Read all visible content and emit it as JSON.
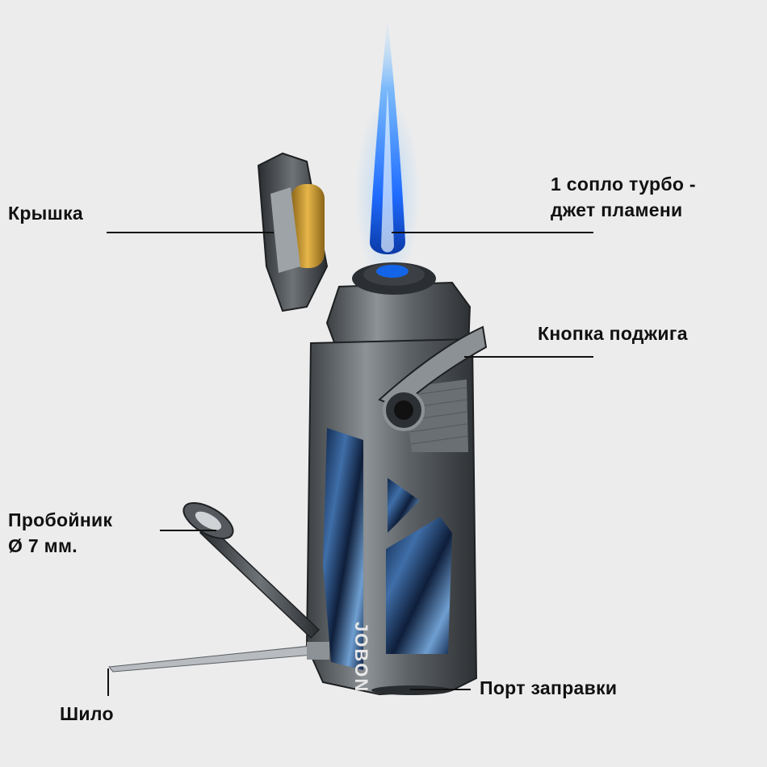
{
  "labels": {
    "lid": "Крышка",
    "turbo_line1": "1 сопло турбо -",
    "turbo_line2": "джет пламени",
    "ignition_button": "Кнопка поджига",
    "punch_line1": "Пробойник",
    "punch_line2": "Ø 7 мм.",
    "awl": "Шило",
    "refill_port": "Порт заправки"
  },
  "product": {
    "brand_engraving": "JOBON"
  },
  "colors": {
    "background": "#ececec",
    "flame": "#2f8cff",
    "body": "#5d6266",
    "accent": "#1d3c66",
    "text": "#111111"
  },
  "icons": [
    "flame-icon",
    "lighter-icon"
  ]
}
